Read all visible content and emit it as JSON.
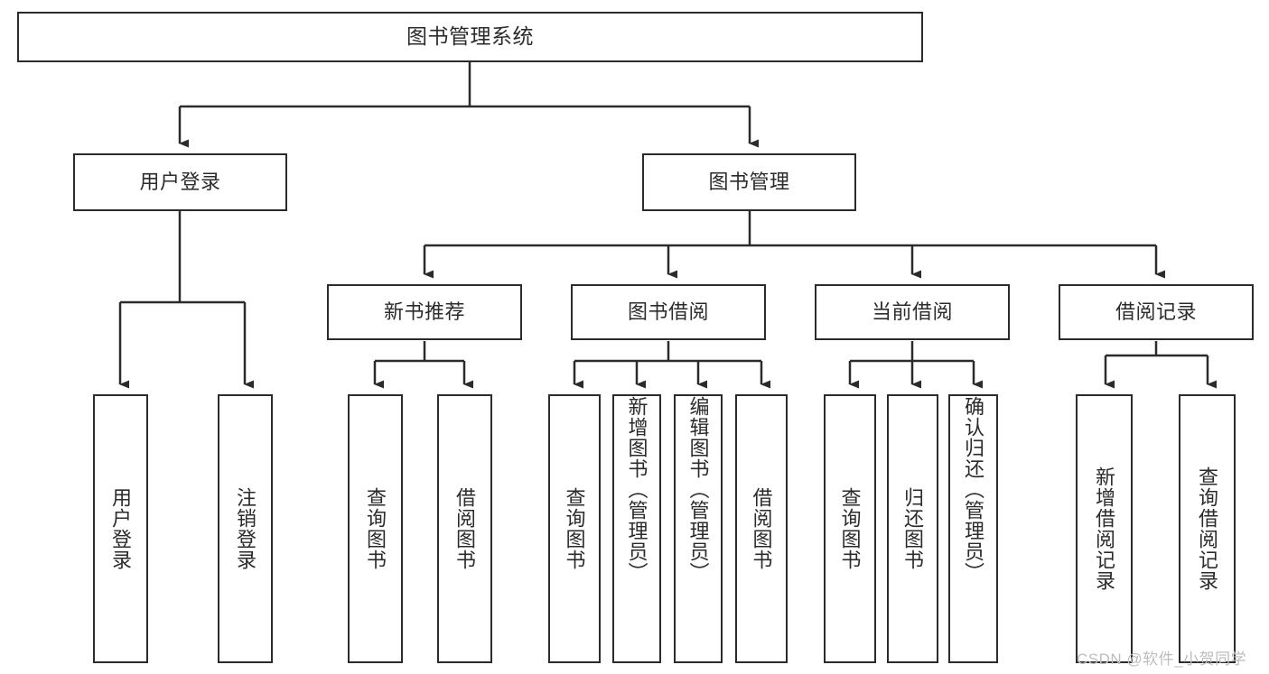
{
  "diagram": {
    "type": "tree-hierarchy-chart",
    "title": "图书管理系统",
    "orientation": "top-down",
    "colors": {
      "stroke": "#2b2b2b",
      "fill": "#ffffff",
      "text": "#2b2b2b",
      "watermark": "#bdbdbd",
      "background": "#ffffff"
    },
    "levels": 4
  },
  "root": {
    "label": "图书管理系统"
  },
  "level1": [
    {
      "label": "用户登录"
    },
    {
      "label": "图书管理"
    }
  ],
  "level2": [
    {
      "label": "新书推荐"
    },
    {
      "label": "图书借阅"
    },
    {
      "label": "当前借阅"
    },
    {
      "label": "借阅记录"
    }
  ],
  "leaves": {
    "user_login": [
      {
        "label": "用户登录"
      },
      {
        "label": "注销登录"
      }
    ],
    "new_book_recommend": [
      {
        "label": "查询图书"
      },
      {
        "label": "借阅图书"
      }
    ],
    "book_borrow": [
      {
        "label": "查询图书"
      },
      {
        "label": "新增图书（管理员）"
      },
      {
        "label": "编辑图书（管理员）"
      },
      {
        "label": "借阅图书"
      }
    ],
    "current_borrow": [
      {
        "label": "查询图书"
      },
      {
        "label": "归还图书"
      },
      {
        "label": "确认归还（管理员）"
      }
    ],
    "borrow_records": [
      {
        "label": "新增借阅记录"
      },
      {
        "label": "查询借阅记录"
      }
    ]
  },
  "watermark": {
    "text": "CSDN @软件_小贺同学"
  }
}
